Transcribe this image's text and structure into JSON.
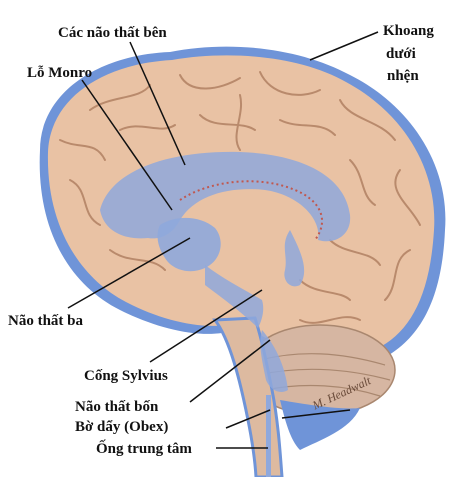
{
  "labels": {
    "lateral_ventricles": "Các não thất bên",
    "subarachnoid_line1": "Khoang",
    "subarachnoid_line2": "dưới",
    "subarachnoid_line3": "nhện",
    "monro": "Lỗ Monro",
    "third_ventricle": "Não thất ba",
    "sylvius": "Cống Sylvius",
    "fourth_ventricle": "Não thất bốn",
    "obex": "Bờ dẩy (Obex)",
    "central_canal": "Ống trung tâm"
  },
  "signature": "M. Headwalt",
  "colors": {
    "brain": "#e9c2a4",
    "brain_gyri": "#b98a6c",
    "csf_blue": "#6f94d8",
    "ventricle": "#8fa8dc",
    "cerebellum": "#d6b6a2",
    "choroid": "#c0584f"
  }
}
